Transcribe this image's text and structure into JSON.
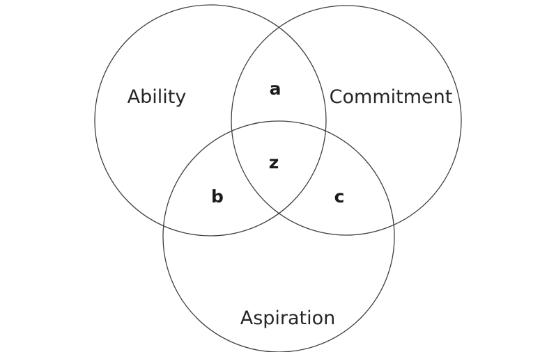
{
  "diagram": {
    "type": "venn",
    "sets": [
      {
        "id": "ability",
        "label": "Ability"
      },
      {
        "id": "commitment",
        "label": "Commitment"
      },
      {
        "id": "aspiration",
        "label": "Aspiration"
      }
    ],
    "regions": [
      {
        "id": "a",
        "label": "a",
        "sets": [
          "ability",
          "commitment"
        ]
      },
      {
        "id": "b",
        "label": "b",
        "sets": [
          "ability",
          "aspiration"
        ]
      },
      {
        "id": "c",
        "label": "c",
        "sets": [
          "commitment",
          "aspiration"
        ]
      },
      {
        "id": "z",
        "label": "z",
        "sets": [
          "ability",
          "commitment",
          "aspiration"
        ]
      }
    ],
    "colors": {
      "stroke": "#3f3f3f",
      "background": "#ffffff"
    }
  }
}
